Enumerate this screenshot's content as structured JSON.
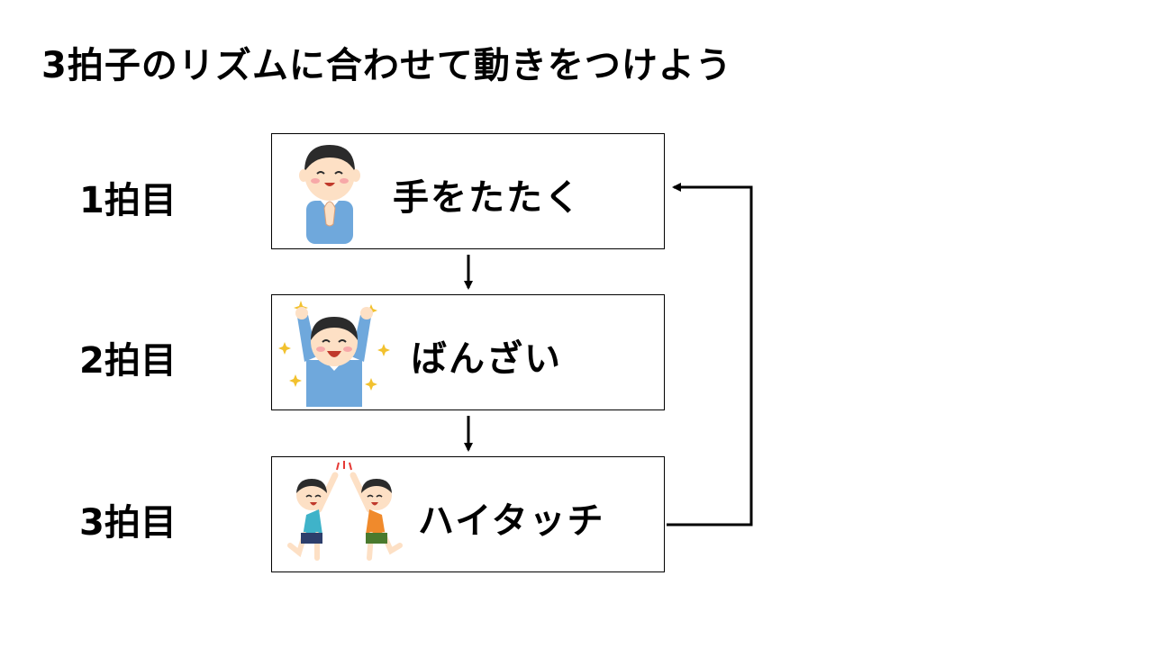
{
  "title": "3拍子のリズムに合わせて動きをつけよう",
  "steps": [
    {
      "beat": "1拍目",
      "action": "手をたたく",
      "icon": "clapping-boy-icon"
    },
    {
      "beat": "2拍目",
      "action": "ばんざい",
      "icon": "banzai-boy-icon"
    },
    {
      "beat": "3拍目",
      "action": "ハイタッチ",
      "icon": "high-five-boys-icon"
    }
  ],
  "colors": {
    "line": "#000000",
    "shirt_blue": "#6fa8dc",
    "skin": "#fde0c5",
    "hair": "#2b2b2b",
    "shirt_orange": "#f08a2c",
    "shirt_teal": "#3fb3c9"
  }
}
